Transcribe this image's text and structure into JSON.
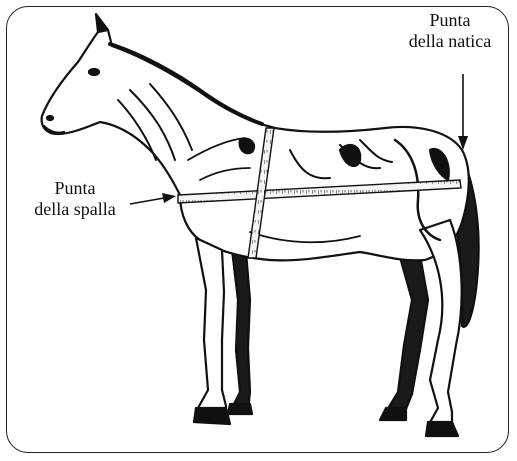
{
  "labels": {
    "rump": {
      "line1": "Punta",
      "line2": "della natica"
    },
    "shoulder": {
      "line1": "Punta",
      "line2": "della spalla"
    }
  },
  "colors": {
    "ink": "#111111",
    "tape_fill": "#f4f4f4",
    "background": "#ffffff"
  },
  "icons": {
    "horse": "horse-illustration",
    "tape": "measuring-tape",
    "arrow": "pointer-arrow"
  }
}
